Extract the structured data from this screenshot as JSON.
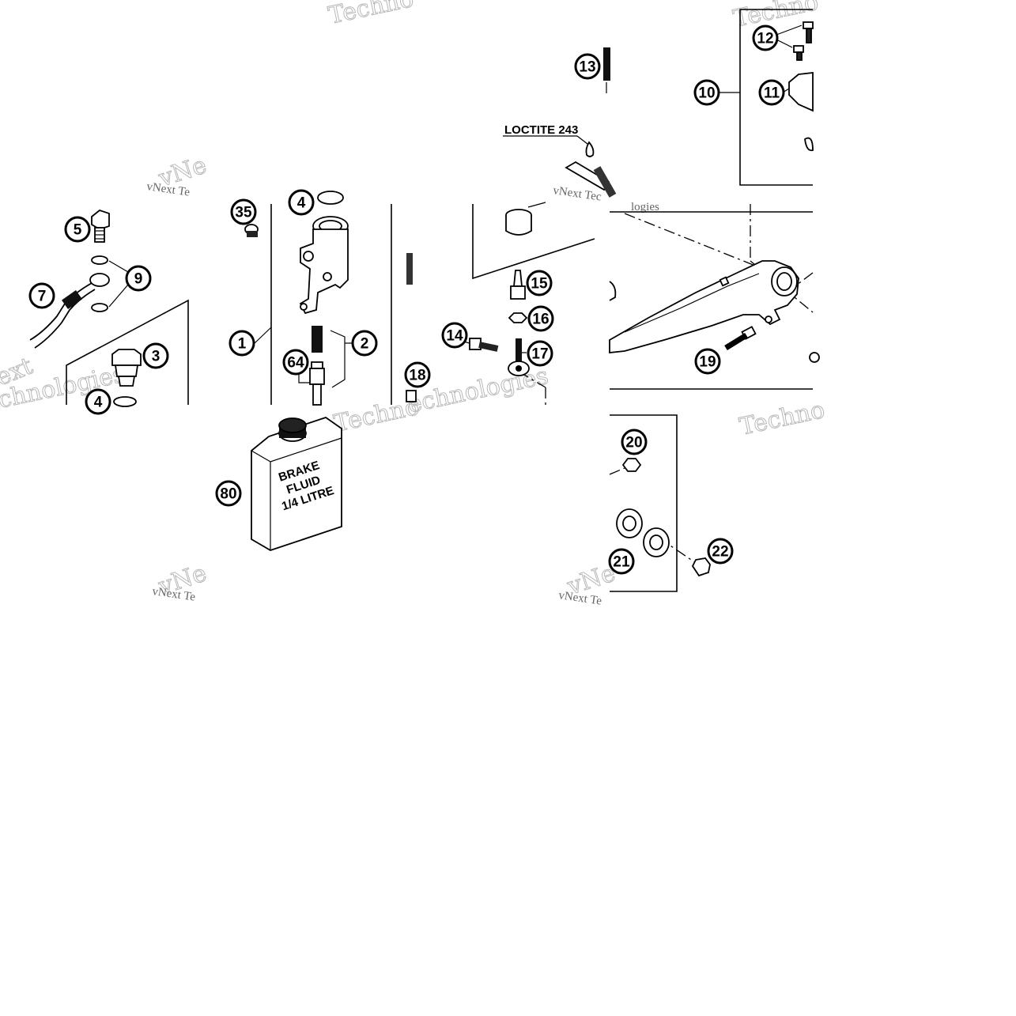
{
  "diagram": {
    "callouts": [
      "1",
      "2",
      "3",
      "4",
      "5",
      "7",
      "9",
      "10",
      "11",
      "12",
      "13",
      "14",
      "15",
      "16",
      "17",
      "18",
      "19",
      "20",
      "21",
      "22",
      "35",
      "64",
      "80"
    ],
    "loctite_label": "LOCTITE 243",
    "brake_fluid": {
      "line1": "BRAKE",
      "line2": "FLUID",
      "line3": "1/4 LITRE"
    },
    "watermarks": {
      "brand_word": "Techno",
      "brand_word_alt": "echnologies",
      "vnext_label": "vNext Te",
      "vnext_label_alt": "vNext Tec",
      "vnext_short": "vNe",
      "logies": "logies",
      "ext": "ext",
      "nologies": "chnologies"
    }
  }
}
